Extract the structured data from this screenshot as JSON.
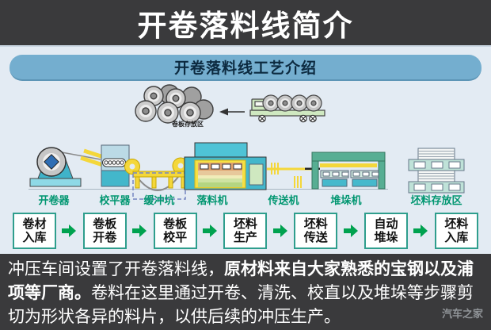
{
  "header": {
    "title": "开卷落料线简介"
  },
  "diagram": {
    "title": "开卷落料线工艺介绍",
    "coil_storage_label": "卷板存放区",
    "machine_labels": [
      {
        "label": "开卷器"
      },
      {
        "label": "校平器"
      },
      {
        "label": "缓冲坑"
      },
      {
        "label": "落料机"
      },
      {
        "label": "传送机"
      },
      {
        "label": "堆垛机"
      },
      {
        "label": "坯料存放区"
      }
    ]
  },
  "flow_steps": [
    {
      "line1": "卷材",
      "line2": "入库"
    },
    {
      "line1": "卷板",
      "line2": "开卷"
    },
    {
      "line1": "卷板",
      "line2": "校平"
    },
    {
      "line1": "坯料",
      "line2": "生产"
    },
    {
      "line1": "坯料",
      "line2": "传送"
    },
    {
      "line1": "自动",
      "line2": "堆垛"
    },
    {
      "line1": "坯料",
      "line2": "入库"
    }
  ],
  "caption": {
    "normal_1": "冲压车间设置了开卷落料线，",
    "bold": "原材料来自大家熟悉的宝钢以及浦项等厂商。",
    "normal_2": "卷料在这里通过开卷、清洗、校直以及堆垛等步骤剪切为形状各异的料片，以供后续的冲压生产。"
  },
  "watermark": "汽车之家",
  "colors": {
    "dark_bg": "#3a3a3c",
    "panel_bg": "#e3ebf3",
    "title_bar_blue": "#74aecf",
    "title_bar_text": "#0c2a40",
    "machine_label_green": "#009670",
    "flow_box_border": "#2f9e8d",
    "flow_arrow_green": "#00a24f",
    "machine_teal": "#43b7cb",
    "accent_yellow": "#f4d73a",
    "stacker_green": "#57ae93",
    "truck_green": "#cfe8c0"
  }
}
